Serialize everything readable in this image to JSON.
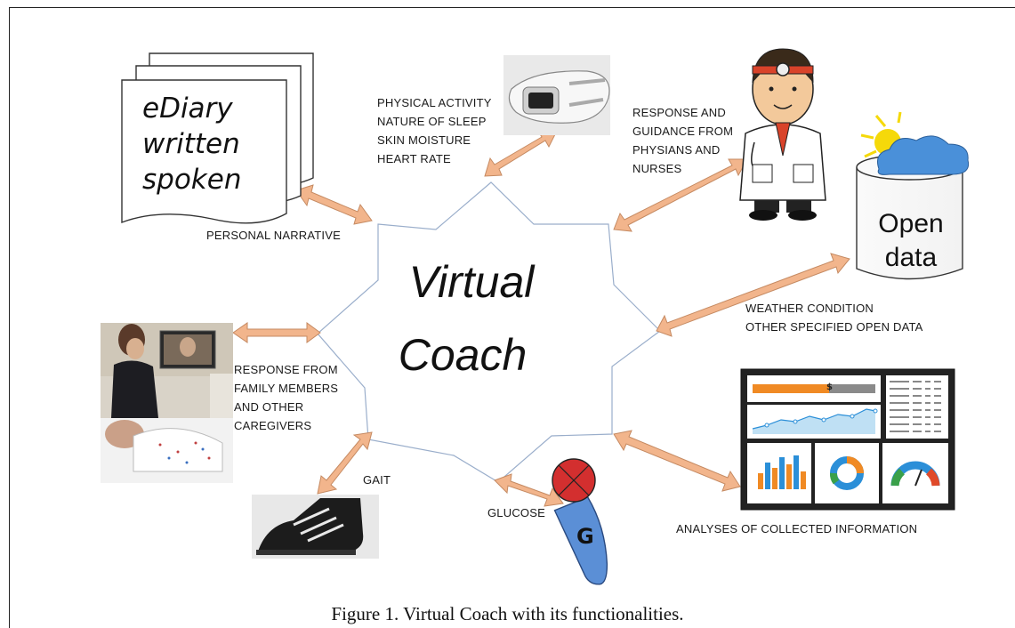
{
  "center": {
    "line1": "Virtual",
    "line2": "Coach"
  },
  "labels": {
    "personal_narrative": "PERSONAL NARRATIVE",
    "sensors": [
      "PHYSICAL ACTIVITY",
      "NATURE OF SLEEP",
      "SKIN MOISTURE",
      "HEART RATE"
    ],
    "physicians": [
      "RESPONSE AND",
      "GUIDANCE FROM",
      "PHYSIANS AND",
      "NURSES"
    ],
    "weather": [
      "WEATHER CONDITION",
      "OTHER SPECIFIED OPEN DATA"
    ],
    "family": [
      "RESPONSE FROM",
      "FAMILY MEMBERS",
      "AND OTHER",
      "CAREGIVERS"
    ],
    "gait": "GAIT",
    "glucose": "GLUCOSE",
    "analyses": "ANALYSES OF COLLECTED INFORMATION"
  },
  "ediary": {
    "line1": "eDiary",
    "line2": "written",
    "line3": "spoken"
  },
  "open_data": {
    "line1": "Open",
    "line2": "data"
  },
  "glucose_marker": "G",
  "dashboard_currency": "$",
  "caption": "Figure 1. Virtual Coach with its functionalities.",
  "colors": {
    "arrow_fill": "#f2b58c",
    "arrow_stroke": "#c58a62",
    "hub_stroke": "#9aaecb",
    "cloud": "#4a90d9",
    "sun": "#f5d90a",
    "doctor_headband": "#d9432a",
    "glucose_ball": "#d32f2f",
    "glucose_tube": "#5b8fd6",
    "dashboard_orange": "#f08a24",
    "dashboard_blue": "#2b8fd8"
  },
  "icons": [
    "ediary-pages-icon",
    "wristband-icon",
    "doctor-icon",
    "open-data-cylinder-icon",
    "nurse-photo-icon",
    "shoe-sensor-icon",
    "glucose-meter-icon",
    "dashboard-icon"
  ]
}
